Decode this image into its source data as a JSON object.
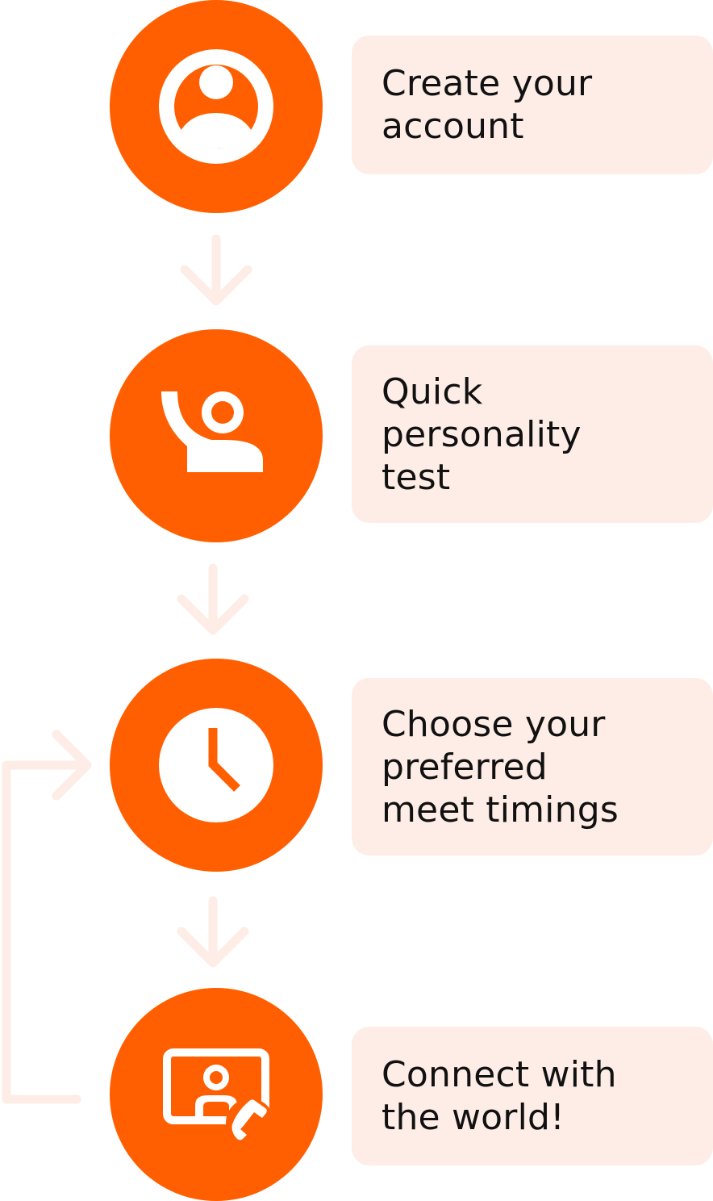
{
  "colors": {
    "accent": "#FF5F00",
    "card_background": "#FDEDE6",
    "connector": "#FDEDE6",
    "text": "#111111"
  },
  "steps": [
    {
      "label": "Create your\naccount",
      "icon": "user-circle-icon"
    },
    {
      "label": "Quick\npersonality\ntest",
      "icon": "person-question-icon"
    },
    {
      "label": "Choose your\npreferred\nmeet timings",
      "icon": "clock-icon"
    },
    {
      "label": "Connect with\nthe world!",
      "icon": "video-call-icon"
    }
  ]
}
